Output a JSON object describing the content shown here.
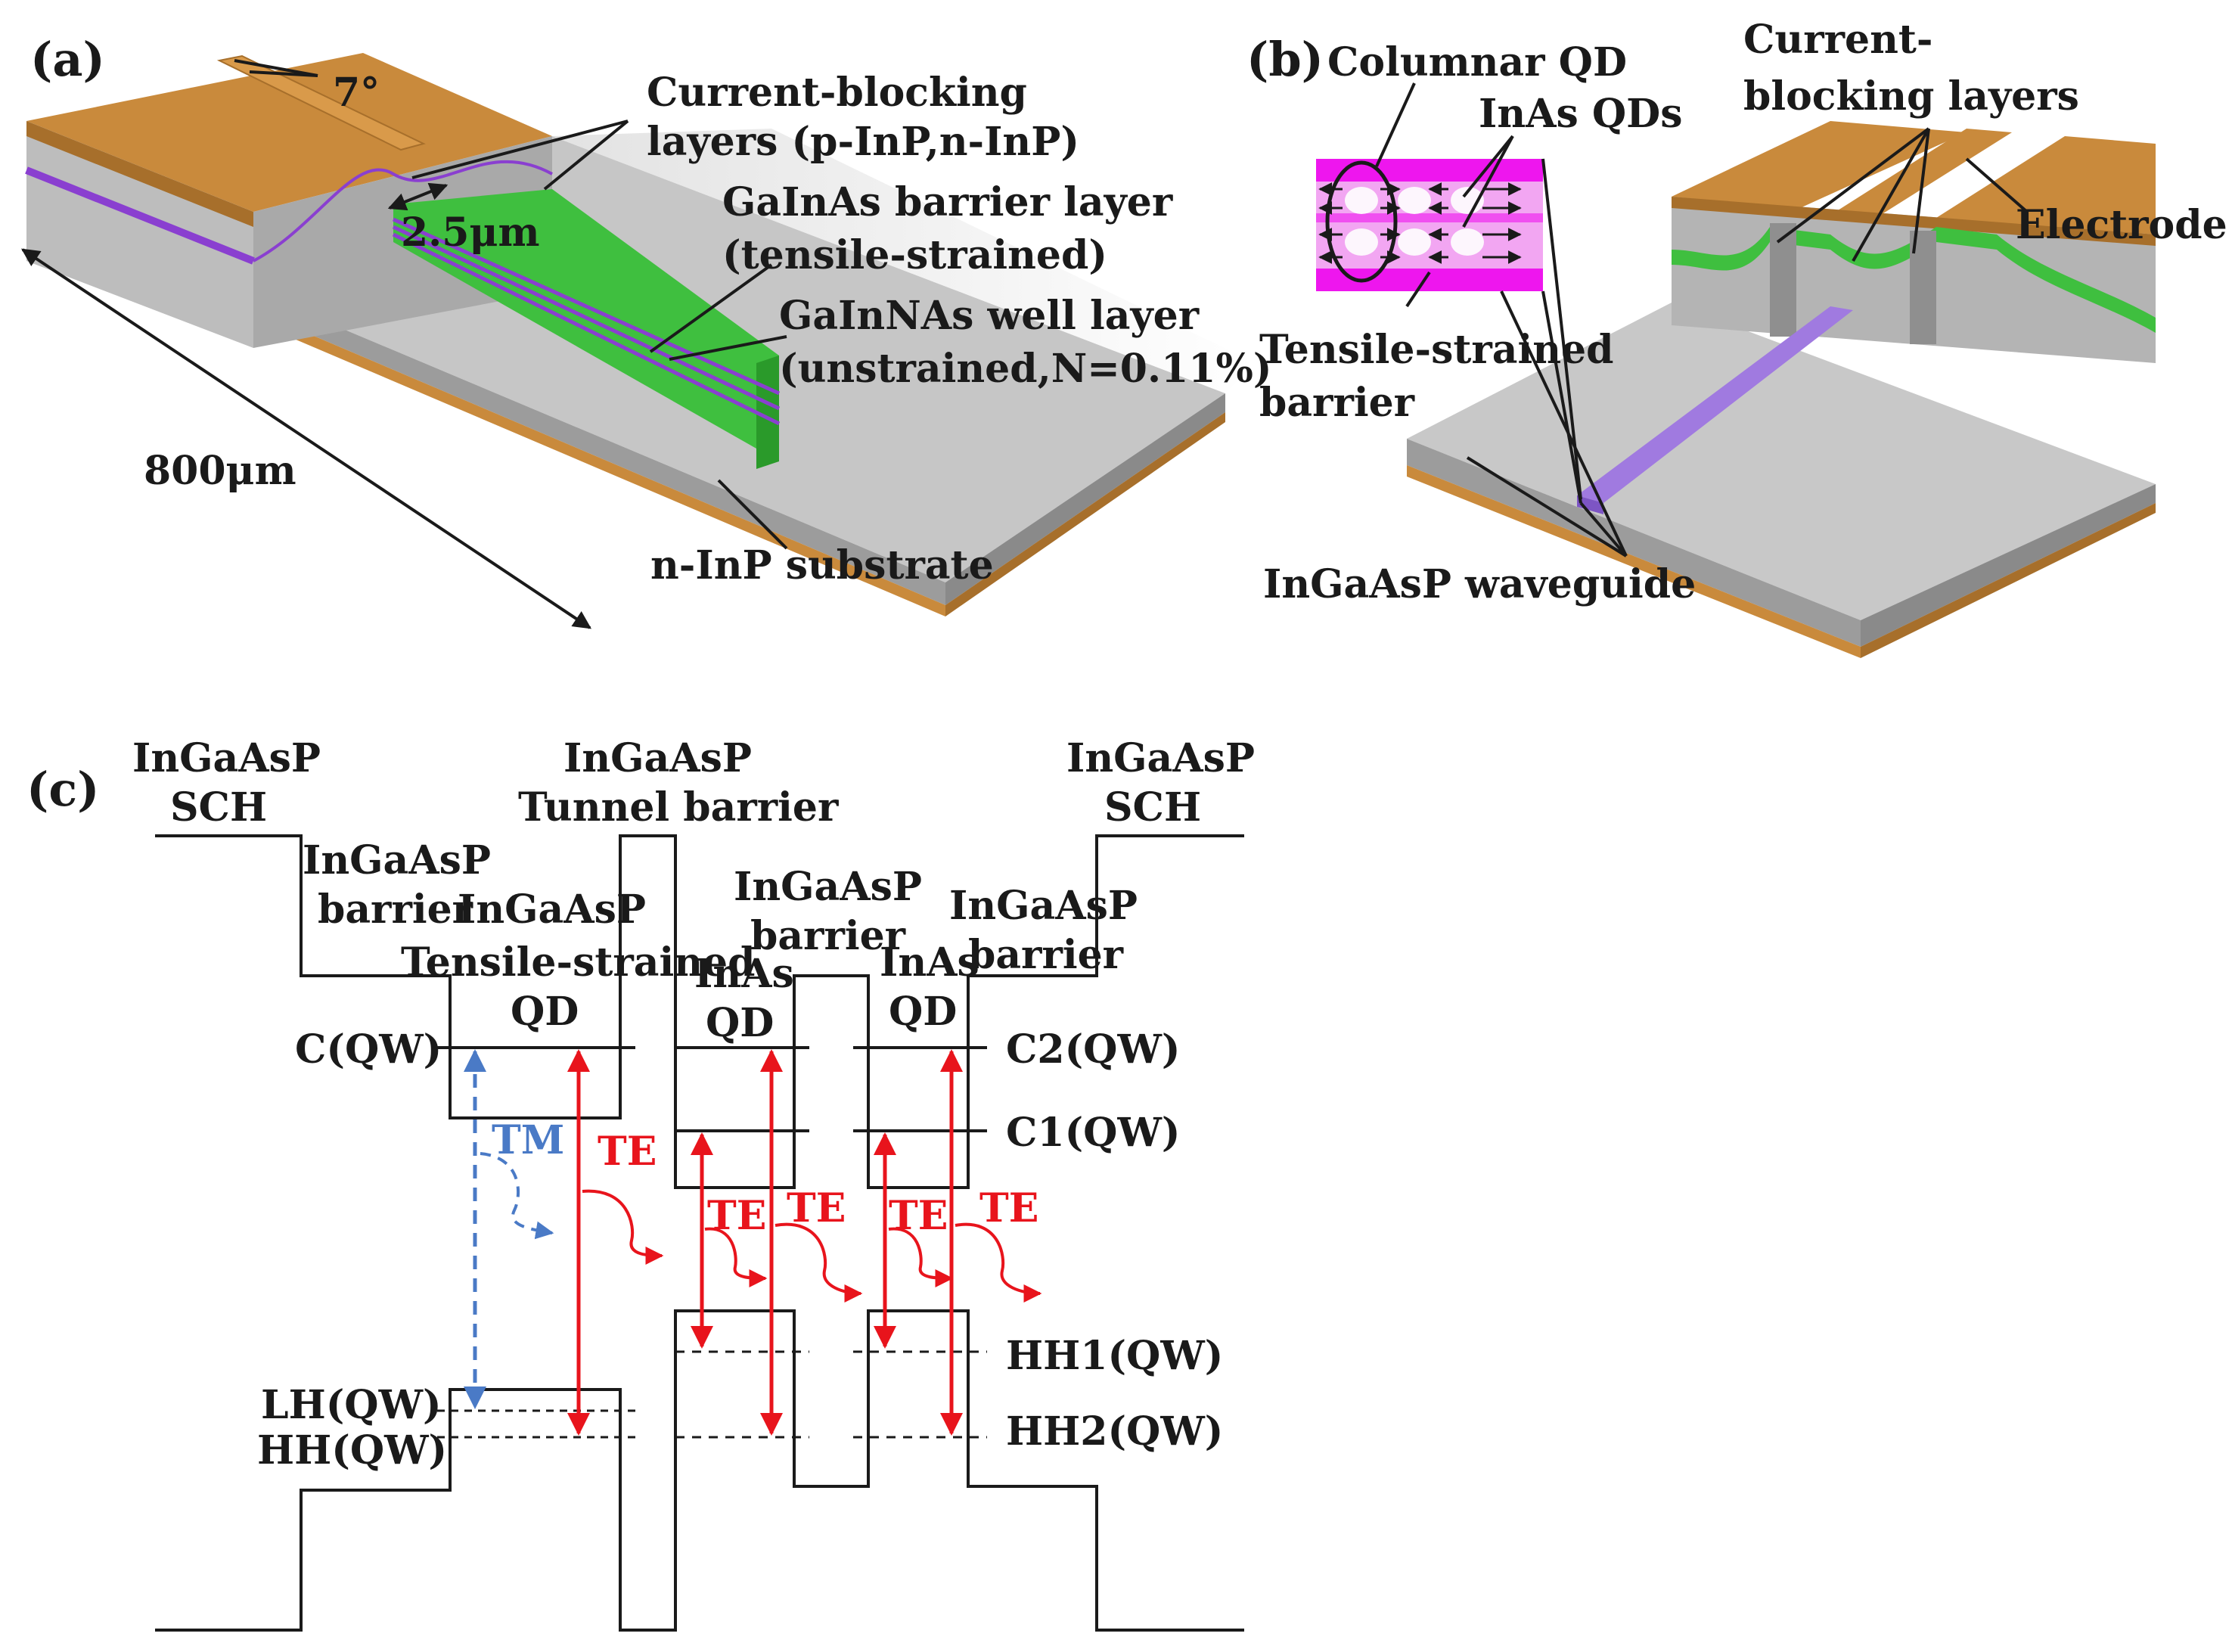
{
  "colors": {
    "electrode": "#c98a3c",
    "electrode_dark": "#a76f2b",
    "semiconductor": "#c4c4c4",
    "semiconductor_dark": "#9a9a9a",
    "green_layer": "#3fbf3f",
    "purple_well": "#8a3fd0",
    "magenta": "#ee16ee",
    "pink": "#f2a6f2",
    "te_red": "#e8141c",
    "tm_blue": "#4a7ac6",
    "line": "#1a1a1a"
  },
  "panel_a": {
    "label": "(a)",
    "angle": "7°",
    "ridge_width": "2.5μm",
    "length": "800μm",
    "current_blocking_1": "Current-blocking",
    "current_blocking_2": "layers (p-InP,n-InP)",
    "barrier_1": "GaInAs barrier layer",
    "barrier_2": "(tensile-strained)",
    "well_1": "GaInNAs well layer",
    "well_2": "(unstrained,N=0.11%)",
    "substrate": "n-InP substrate"
  },
  "panel_b": {
    "label": "(b)",
    "columnar_qd": "Columnar QD",
    "inas_qds": "InAs QDs",
    "current_blocking_1": "Current-",
    "current_blocking_2": "blocking layers",
    "electrode": "Electrode",
    "tensile_1": "Tensile-strained",
    "tensile_2": "barrier",
    "waveguide": "InGaAsP waveguide"
  },
  "panel_c": {
    "label": "(c)",
    "sch_left_1": "InGaAsP",
    "sch_left_2": "SCH",
    "barrier_left_1": "InGaAsP",
    "barrier_left_2": "barrier",
    "tensile_qd_1": "InGaAsP",
    "tensile_qd_2": "Tensile-strained",
    "tensile_qd_3": "QD",
    "tunnel_1": "InGaAsP",
    "tunnel_2": "Tunnel barrier",
    "inas_qd1_1": "InAs",
    "inas_qd1_2": "QD",
    "barrier_mid_1": "InGaAsP",
    "barrier_mid_2": "barrier",
    "inas_qd2_1": "InAs",
    "inas_qd2_2": "QD",
    "barrier_right_1": "InGaAsP",
    "barrier_right_2": "barrier",
    "sch_right_1": "InGaAsP",
    "sch_right_2": "SCH",
    "c_qw": "C(QW)",
    "lh_qw": "LH(QW)",
    "hh_qw": "HH(QW)",
    "c2_qw": "C2(QW)",
    "c1_qw": "C1(QW)",
    "hh1_qw": "HH1(QW)",
    "hh2_qw": "HH2(QW)",
    "tm": "TM",
    "te": "TE"
  }
}
